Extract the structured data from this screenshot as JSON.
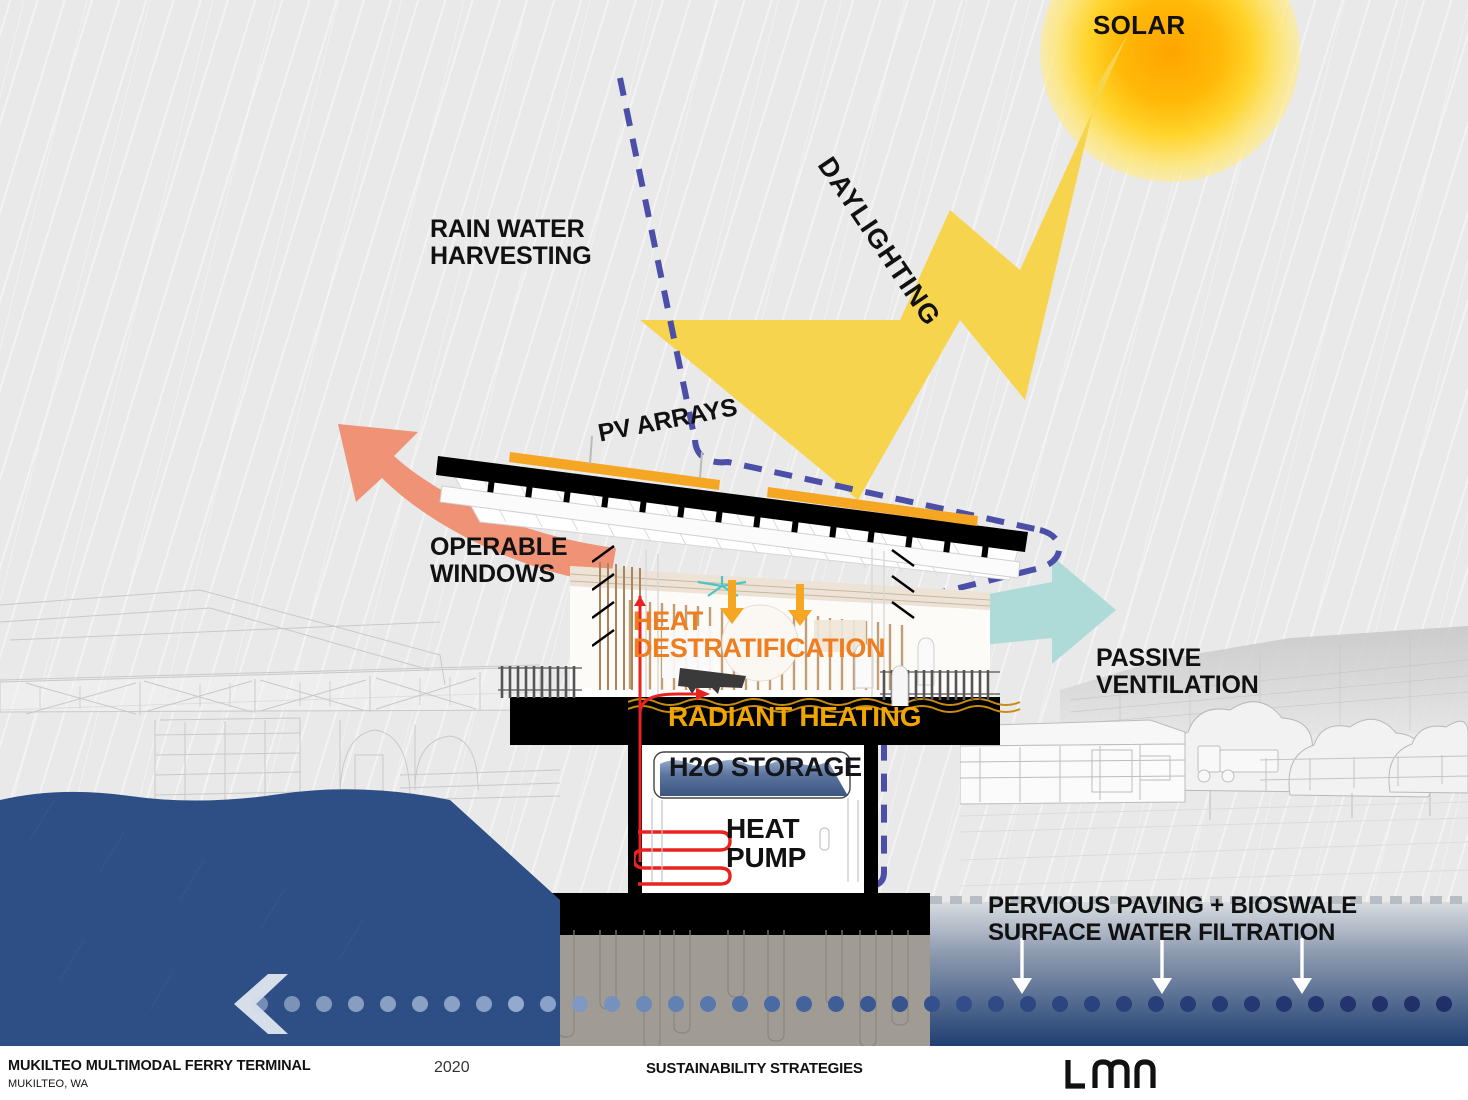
{
  "diagram": {
    "title": "SUSTAINABILITY STRATEGIES",
    "background_color": "#e9e9e9",
    "labels": {
      "solar": "SOLAR",
      "daylighting": "DAYLIGHTING",
      "rain_water_harvesting": "RAIN WATER\nHARVESTING",
      "pv_arrays": "PV ARRAYS",
      "operable_windows": "OPERABLE\nWINDOWS",
      "passive_ventilation": "PASSIVE\nVENTILATION",
      "heat_destratification": "HEAT\nDESTRATIFICATION",
      "radiant_heating": "RADIANT HEATING",
      "h2o_storage": "H2O STORAGE",
      "heat_pump": "HEAT\nPUMP",
      "pervious_paving": "PERVIOUS PAVING + BIOSWALE\nSURFACE WATER FILTRATION"
    },
    "colors": {
      "solar_core": "#ffb000",
      "solar_glow": "#fff4b0",
      "daylight_beam": "#f6d44e",
      "rainwater_dash": "#4b4fa8",
      "exhaust_arrow": "#ef9275",
      "ventilation_arrow": "#aedad8",
      "pv_panel": "#f5a623",
      "heat_destratification_text": "#ef7e21",
      "radiant_heating_text": "#f0a500",
      "water_blue": "#2d4f86",
      "deck_black": "#000000",
      "heat_pump_coil": "#e8231f",
      "downspout_red": "#e8231f"
    }
  },
  "footer": {
    "project_title": "MUKILTEO MULTIMODAL FERRY TERMINAL",
    "project_location": "MUKILTEO, WA",
    "year": "2020",
    "sheet_title": "SUSTAINABILITY STRATEGIES",
    "firm_logo": "LMN"
  }
}
